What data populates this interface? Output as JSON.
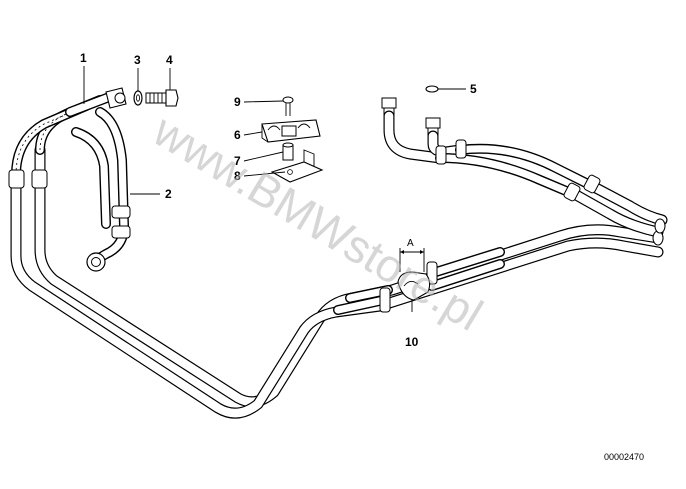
{
  "callouts": [
    {
      "id": "c1",
      "label": "1"
    },
    {
      "id": "c2",
      "label": "2"
    },
    {
      "id": "c3",
      "label": "3"
    },
    {
      "id": "c4",
      "label": "4"
    },
    {
      "id": "c5",
      "label": "5"
    },
    {
      "id": "c6",
      "label": "6"
    },
    {
      "id": "c7",
      "label": "7"
    },
    {
      "id": "c8",
      "label": "8"
    },
    {
      "id": "c9",
      "label": "9"
    },
    {
      "id": "c10",
      "label": "10"
    }
  ],
  "section_marker": "A",
  "watermark": "www.BMWstore.pl",
  "diagram_number": "00002470"
}
